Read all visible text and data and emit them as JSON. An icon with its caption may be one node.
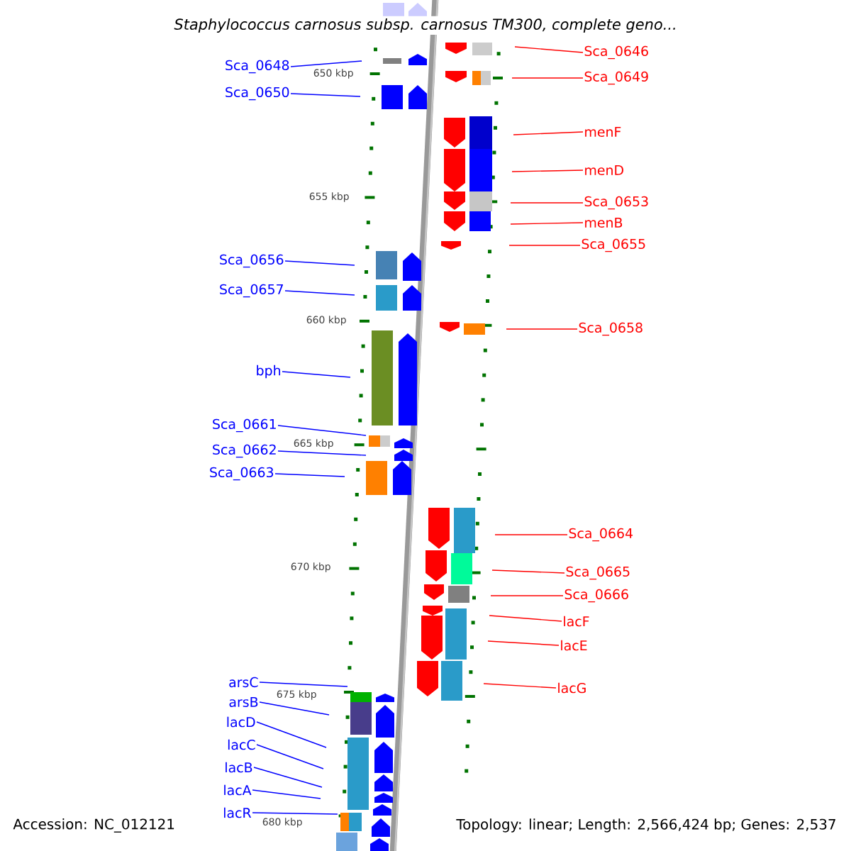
{
  "diagram": {
    "title": "Staphylococcus carnosus subsp. carnosus TM300, complete geno...",
    "nodes": [
      {
        "text": [
          "Sca_0648"
        ]
      },
      {
        "text": [
          "Sca_0650"
        ]
      },
      {
        "text": [
          "Sca_0656"
        ]
      },
      {
        "text": [
          "Sca_0657"
        ]
      },
      {
        "text": [
          "bph"
        ]
      },
      {
        "text": [
          "Sca_0661"
        ]
      },
      {
        "text": [
          "Sca_0662"
        ]
      },
      {
        "text": [
          "Sca_0663"
        ]
      },
      {
        "text": [
          "arsC"
        ]
      },
      {
        "text": [
          "arsB"
        ]
      },
      {
        "text": [
          "lacD"
        ]
      },
      {
        "text": [
          "lacC"
        ]
      },
      {
        "text": [
          "lacB"
        ]
      },
      {
        "text": [
          "lacA"
        ]
      },
      {
        "text": [
          "lacR"
        ]
      },
      {
        "text": [
          "Sca_0646"
        ]
      },
      {
        "text": [
          "Sca_0649"
        ]
      },
      {
        "text": [
          "menF"
        ]
      },
      {
        "text": [
          "menD"
        ]
      },
      {
        "text": [
          "Sca_0653"
        ]
      },
      {
        "text": [
          "menB"
        ]
      },
      {
        "text": [
          "Sca_0655"
        ]
      },
      {
        "text": [
          "Sca_0658"
        ]
      },
      {
        "text": [
          "Sca_0664"
        ]
      },
      {
        "text": [
          "Sca_0665"
        ]
      },
      {
        "text": [
          "Sca_0666"
        ]
      },
      {
        "text": [
          "lacF"
        ]
      },
      {
        "text": [
          "lacE"
        ]
      },
      {
        "text": [
          "lacG"
        ]
      }
    ],
    "edges": [
      {
        "from": 0,
        "to": null,
        "arrow": "none"
      },
      {
        "from": 1,
        "to": null,
        "arrow": "none"
      },
      {
        "from": 2,
        "to": null,
        "arrow": "none"
      },
      {
        "from": 3,
        "to": null,
        "arrow": "none"
      },
      {
        "from": 4,
        "to": null,
        "arrow": "none"
      },
      {
        "from": 5,
        "to": null,
        "arrow": "none"
      },
      {
        "from": 6,
        "to": null,
        "arrow": "none"
      },
      {
        "from": 7,
        "to": null,
        "arrow": "none"
      },
      {
        "from": 8,
        "to": null,
        "arrow": "none"
      },
      {
        "from": 9,
        "to": null,
        "arrow": "none"
      },
      {
        "from": 10,
        "to": null,
        "arrow": "none"
      },
      {
        "from": 11,
        "to": null,
        "arrow": "none"
      },
      {
        "from": 12,
        "to": null,
        "arrow": "none"
      },
      {
        "from": 13,
        "to": null,
        "arrow": "none"
      },
      {
        "from": 14,
        "to": null,
        "arrow": "none"
      },
      {
        "from": 15,
        "to": null,
        "arrow": "none",
        "color": "#ff0000"
      },
      {
        "from": 16,
        "to": null,
        "arrow": "none",
        "color": "#ff0000"
      },
      {
        "from": 17,
        "to": null,
        "arrow": "none",
        "color": "#ff0000"
      },
      {
        "from": 18,
        "to": null,
        "arrow": "none",
        "color": "#ff0000"
      },
      {
        "from": 19,
        "to": null,
        "arrow": "none",
        "color": "#ff0000"
      },
      {
        "from": 20,
        "to": null,
        "arrow": "none",
        "color": "#ff0000"
      },
      {
        "from": 21,
        "to": null,
        "arrow": "none",
        "color": "#ff0000"
      },
      {
        "from": 22,
        "to": null,
        "arrow": "none",
        "color": "#ff0000"
      },
      {
        "from": 23,
        "to": null,
        "arrow": "none",
        "color": "#ff0000"
      },
      {
        "from": 24,
        "to": null,
        "arrow": "none",
        "color": "#ff0000"
      },
      {
        "from": 25,
        "to": null,
        "arrow": "none",
        "color": "#ff0000"
      },
      {
        "from": 26,
        "to": null,
        "arrow": "none",
        "color": "#ff0000"
      },
      {
        "from": 27,
        "to": null,
        "arrow": "none",
        "color": "#ff0000"
      },
      {
        "from": 28,
        "to": null,
        "arrow": "none",
        "color": "#ff0000"
      }
    ],
    "labels": [
      "650 kbp",
      "655 kbp",
      "660 kbp",
      "665 kbp",
      "670 kbp",
      "675 kbp",
      "680 kbp",
      "Accession: NC_012121",
      "Topology: linear; Length: 2,566,424 bp; Genes: 2,537"
    ]
  }
}
